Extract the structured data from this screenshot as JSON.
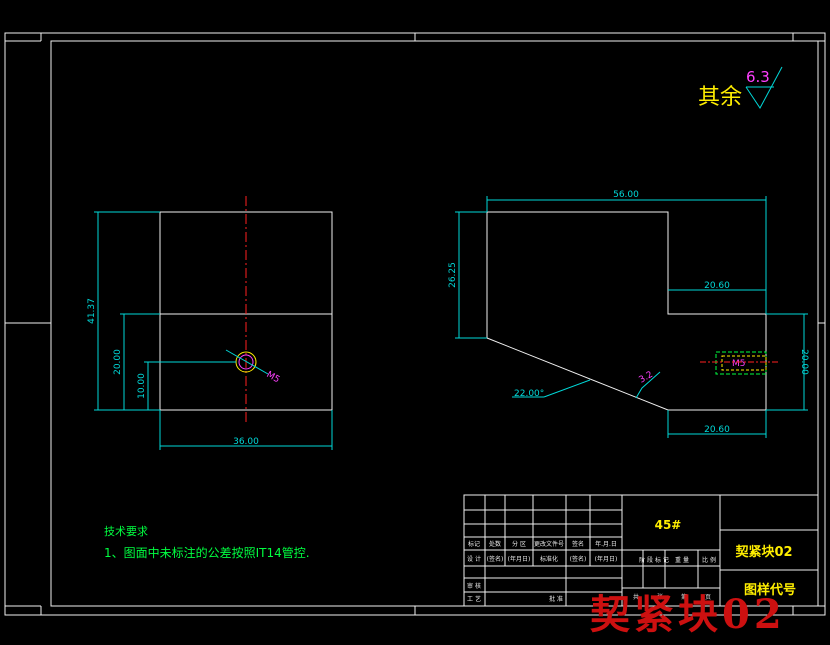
{
  "roughness": {
    "label": "其余",
    "value": "6.3"
  },
  "dimensions": {
    "front_height_total": "41.37",
    "front_height_mid": "20.00",
    "front_height_small": "10.00",
    "front_width": "36.00",
    "front_thread": "M5",
    "side_top_width": "56.00",
    "side_height": "26.25",
    "side_step_upper": "20.60",
    "side_step_lower": "20.60",
    "side_right_height": "20.00",
    "side_angle": "22.00°",
    "side_roughness": "3.2",
    "side_thread": "M5"
  },
  "technical_requirements": {
    "title": "技术要求",
    "item_1": "1、图面中未标注的公差按照IT14管控."
  },
  "title_block": {
    "material": "45#",
    "part_name": "契紧块02",
    "drawing_code": "图样代号",
    "header_cells": [
      "标记",
      "处数",
      "分 区",
      "更改文件号",
      "签名",
      "年.月.日"
    ],
    "design_row": [
      "设 计",
      "(签名)",
      "(年月日)",
      "标准化",
      "(签名)",
      "(年月日)"
    ],
    "stage_row": [
      "阶 段 标 记",
      "重 量",
      "比 例"
    ],
    "check_label": "审 核",
    "process_label": "工 艺",
    "approve_label": "批 准",
    "sheet_labels": [
      "共",
      "张",
      "第",
      "页"
    ]
  },
  "watermark": "契紧块02"
}
